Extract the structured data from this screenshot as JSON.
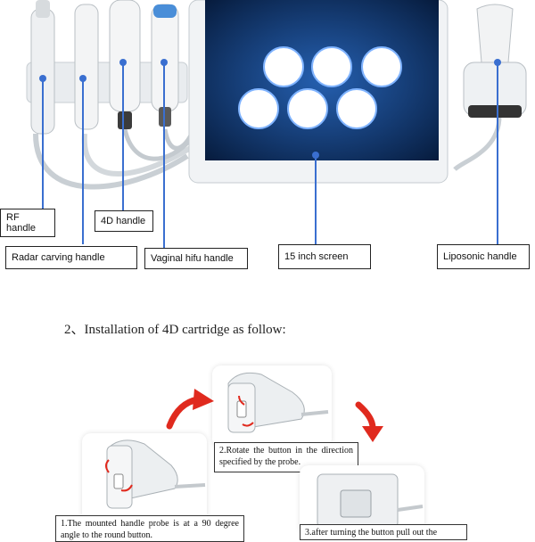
{
  "labels": {
    "rf": "RF handle",
    "radar": "Radar carving handle",
    "fourd": "4D handle",
    "vaginal": "Vaginal hifu handle",
    "screen": "15 inch screen",
    "liposonic": "Liposonic handle"
  },
  "section_title": "2、Installation of 4D cartridge as follow:",
  "steps": {
    "step1": "1.The mounted handle probe is at a 90 degree angle to the round button.",
    "step2": "2.Rotate the button in the direction specified by the probe.",
    "step3": "3.after turning the button pull out the"
  },
  "colors": {
    "callout": "#3a6fd0",
    "arrow": "#e02a1e",
    "screen_bg": "#0b2a5a"
  }
}
